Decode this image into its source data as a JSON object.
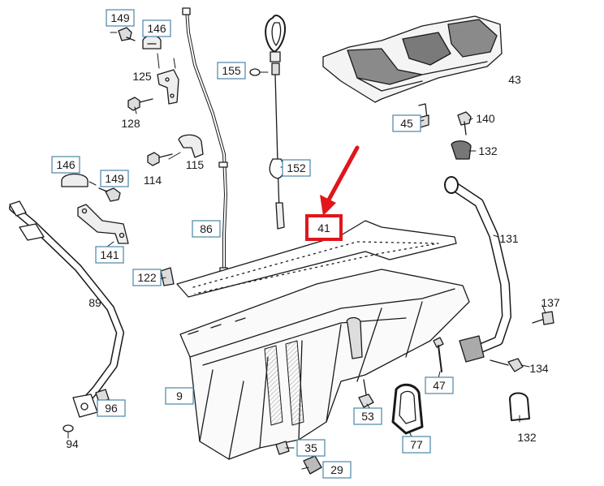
{
  "labels": {
    "p149a": "149",
    "p146a": "146",
    "p125": "125",
    "p128": "128",
    "p155": "155",
    "p43": "43",
    "p45": "45",
    "p140": "140",
    "p132a": "132",
    "p146b": "146",
    "p149b": "149",
    "p114": "114",
    "p115": "115",
    "p152": "152",
    "p41": "41",
    "p86": "86",
    "p141": "141",
    "p131": "131",
    "p122": "122",
    "p89": "89",
    "p137": "137",
    "p134": "134",
    "p47": "47",
    "p9": "9",
    "p96": "96",
    "p53": "53",
    "p132b": "132",
    "p77": "77",
    "p94": "94",
    "p35": "35",
    "p29": "29"
  },
  "highlight": {
    "label": "41",
    "color": "#e0161b"
  },
  "colors": {
    "box_border": "#4a86a8",
    "line": "#1a1a1a",
    "accent": "#e0161b"
  }
}
